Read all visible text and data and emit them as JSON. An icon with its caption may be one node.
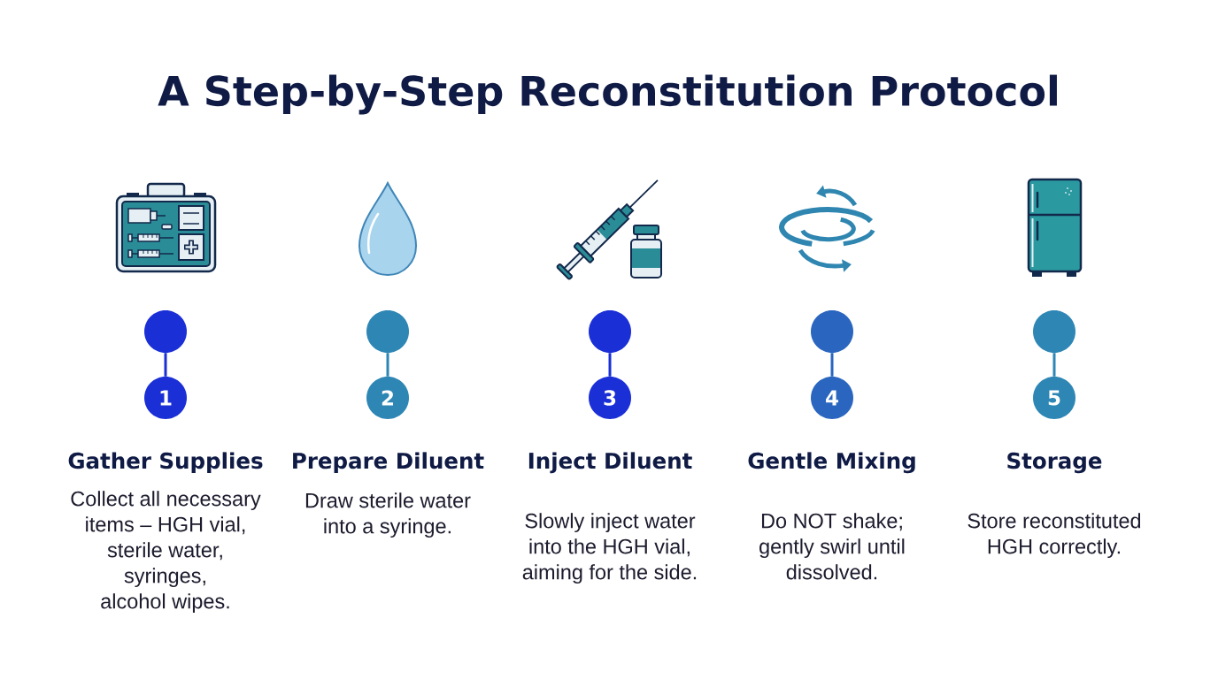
{
  "diagram": {
    "title": "A Step-by-Step Reconstitution Protocol",
    "nodes": [
      {
        "text": [],
        "shape": "circle"
      },
      {
        "text": [
          "1"
        ],
        "beside": [
          "Gather Supplies",
          "Collect all necessary items – HGH vial, sterile water, syringes, alcohol wipes."
        ]
      },
      {
        "text": [],
        "shape": "circle"
      },
      {
        "text": [
          "2"
        ],
        "beside": [
          "Prepare Diluent",
          "Draw sterile water into a syringe."
        ]
      },
      {
        "text": [],
        "shape": "circle"
      },
      {
        "text": [
          "3"
        ],
        "beside": [
          "Inject Diluent",
          "Slowly inject water into the HGH vial, aiming for the side."
        ]
      },
      {
        "text": [],
        "shape": "circle"
      },
      {
        "text": [
          "4"
        ],
        "beside": [
          "Gentle Mixing",
          "Do NOT shake; gently swirl until dissolved."
        ]
      },
      {
        "text": [],
        "shape": "circle"
      },
      {
        "text": [
          "5"
        ],
        "beside": [
          "Storage",
          "Store reconstituted HGH correctly."
        ]
      }
    ],
    "edges": [
      {
        "from": 0,
        "to": 1,
        "arrow": "none",
        "color": "#1a2fd6"
      },
      {
        "from": 2,
        "to": 3,
        "arrow": "none",
        "color": "#2e86b5"
      },
      {
        "from": 4,
        "to": 5,
        "arrow": "none",
        "color": "#1a2fd6"
      },
      {
        "from": 6,
        "to": 7,
        "arrow": "none",
        "color": "#2a66bf"
      },
      {
        "from": 8,
        "to": 9,
        "arrow": "none",
        "color": "#2e86b5"
      }
    ]
  }
}
